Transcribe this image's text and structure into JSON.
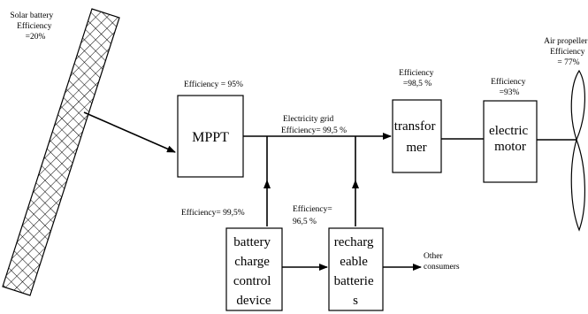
{
  "solar": {
    "label_lines": [
      "Solar battery",
      "Efficiency",
      "=20%"
    ]
  },
  "propeller": {
    "label_lines": [
      "Air propeller",
      "Efficiency",
      "= 77%"
    ]
  },
  "blocks": {
    "mppt": {
      "lines": [
        "MPPT"
      ],
      "efficiency": "Efficiency = 95%"
    },
    "transformer": {
      "lines": [
        "transfor",
        "mer"
      ],
      "efficiency_lines": [
        "Efficiency",
        "=98,5 %"
      ]
    },
    "motor": {
      "lines": [
        "electric",
        "motor"
      ],
      "efficiency_lines": [
        "Efficiency",
        "=93%"
      ]
    },
    "charger": {
      "lines": [
        "battery",
        "charge",
        "control",
        "device"
      ],
      "efficiency": "Efficiency= 99,5%"
    },
    "batteries": {
      "lines": [
        "recharg",
        "eable",
        "batterie",
        "s"
      ],
      "efficiency_lines": [
        "Efficiency=",
        "96,5 %"
      ]
    }
  },
  "grid": {
    "label_lines": [
      "Electricity grid",
      "Efficiency= 99,5 %"
    ]
  },
  "consumers": {
    "label_lines": [
      "Other",
      "consumers"
    ]
  }
}
